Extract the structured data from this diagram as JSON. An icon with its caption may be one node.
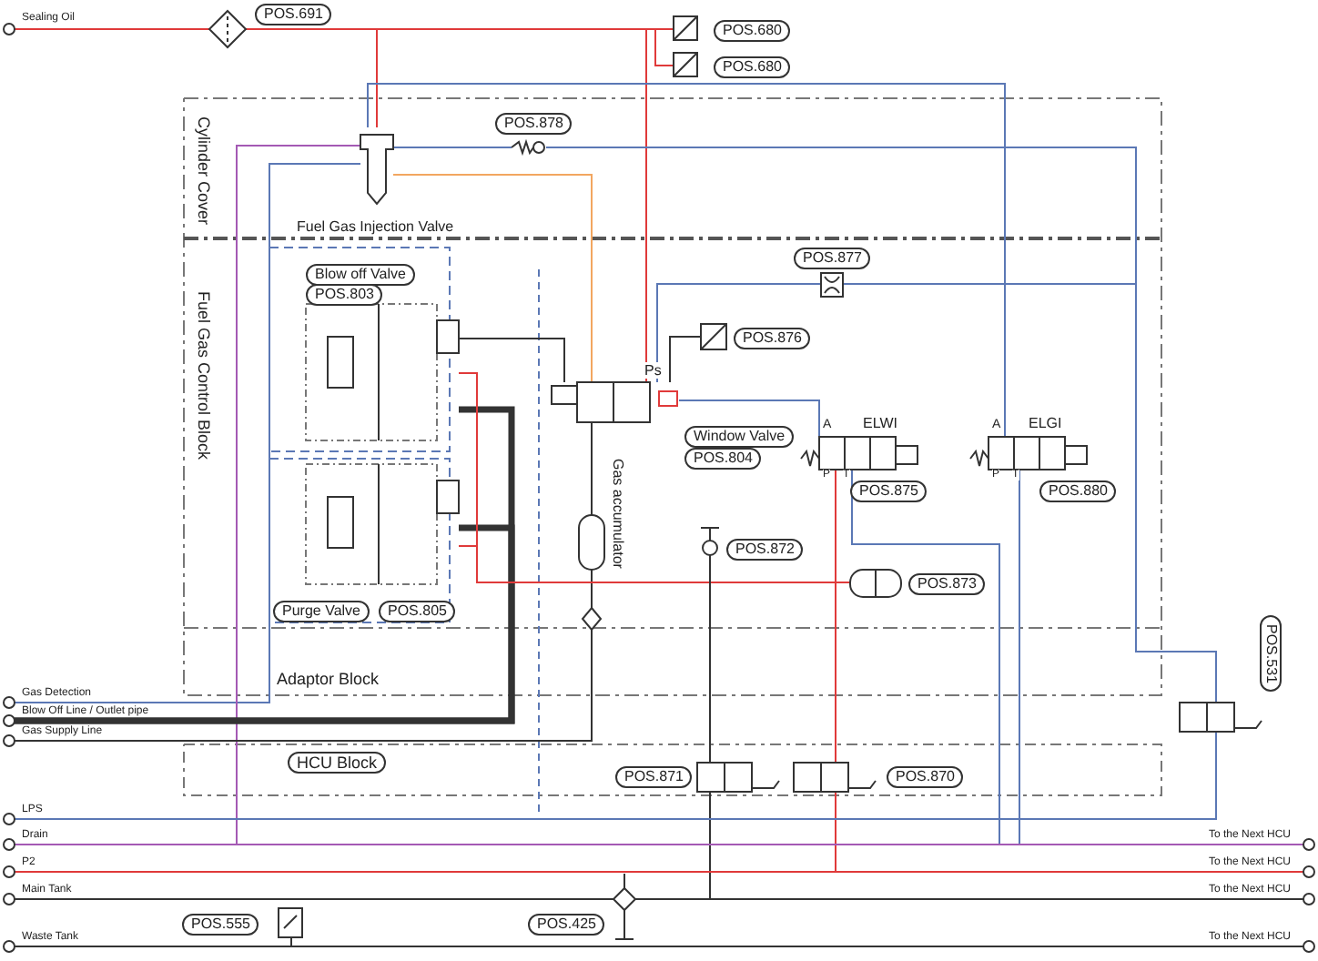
{
  "diagram": {
    "nodes": [
      {
        "text": [],
        "shape": "diamond",
        "beside": [
          "POS.691"
        ]
      },
      {
        "text": [],
        "shape": "box",
        "beside": [
          "POS.680"
        ]
      },
      {
        "text": [],
        "shape": "box",
        "beside": [
          "POS.680"
        ]
      },
      {
        "text": [],
        "shape": "valve",
        "beside": [
          "Fuel Gas Injection Valve"
        ]
      },
      {
        "text": [],
        "shape": "valve",
        "beside": [
          "POS.878"
        ]
      },
      {
        "text": [],
        "shape": "valve",
        "beside": [
          "Blow off Valve",
          "POS.803"
        ]
      },
      {
        "text": [],
        "shape": "valve",
        "beside": [
          "Purge Valve",
          "POS.805"
        ]
      },
      {
        "text": [],
        "shape": "box",
        "beside": [
          "POS.877"
        ]
      },
      {
        "text": [],
        "shape": "box",
        "beside": [
          "POS.876"
        ]
      },
      {
        "text": [],
        "shape": "valve",
        "beside": [
          "Ps",
          "Window Valve",
          "POS.804"
        ]
      },
      {
        "text": [],
        "shape": "valve",
        "beside": [
          "ELWI",
          "POS.875"
        ]
      },
      {
        "text": [],
        "shape": "valve",
        "beside": [
          "ELGI",
          "POS.880"
        ]
      },
      {
        "text": [],
        "shape": "capsule",
        "beside": [
          "Gas accumulator"
        ]
      },
      {
        "text": [],
        "shape": "diamond"
      },
      {
        "text": [],
        "shape": "circle",
        "beside": [
          "POS.872"
        ]
      },
      {
        "text": [],
        "shape": "capsule",
        "beside": [
          "POS.873"
        ]
      },
      {
        "text": [],
        "shape": "valve",
        "beside": [
          "POS.871"
        ]
      },
      {
        "text": [],
        "shape": "valve",
        "beside": [
          "POS.870"
        ]
      },
      {
        "text": [],
        "shape": "valve",
        "beside": [
          "POS.531"
        ]
      },
      {
        "text": [],
        "shape": "box",
        "beside": [
          "POS.555"
        ]
      },
      {
        "text": [],
        "shape": "diamond",
        "beside": [
          "POS.425"
        ]
      },
      {
        "text": [],
        "shape": "circle",
        "beside": [
          "Sealing Oil"
        ]
      },
      {
        "text": [],
        "shape": "circle",
        "beside": [
          "Gas Detection"
        ]
      },
      {
        "text": [],
        "shape": "circle",
        "beside": [
          "Blow Off Line / Outlet pipe"
        ]
      },
      {
        "text": [],
        "shape": "circle",
        "beside": [
          "Gas Supply Line"
        ]
      },
      {
        "text": [],
        "shape": "circle",
        "beside": [
          "LPS"
        ]
      },
      {
        "text": [],
        "shape": "circle",
        "beside": [
          "Drain"
        ]
      },
      {
        "text": [],
        "shape": "circle",
        "beside": [
          "P2"
        ]
      },
      {
        "text": [],
        "shape": "circle",
        "beside": [
          "Main Tank"
        ]
      },
      {
        "text": [],
        "shape": "circle",
        "beside": [
          "Waste Tank"
        ]
      },
      {
        "text": [],
        "shape": "circle",
        "beside": [
          "To the Next HCU"
        ]
      },
      {
        "text": [],
        "shape": "circle",
        "beside": [
          "To the Next HCU"
        ]
      },
      {
        "text": [],
        "shape": "circle",
        "beside": [
          "To the Next HCU"
        ]
      },
      {
        "text": [],
        "shape": "circle",
        "beside": [
          "To the Next HCU"
        ]
      }
    ],
    "edges": [
      {
        "from": 21,
        "to": 0,
        "arrow": "none",
        "color": "#e03a3a"
      },
      {
        "from": 0,
        "to": 1,
        "arrow": "none",
        "color": "#e03a3a"
      },
      {
        "from": 0,
        "to": 2,
        "arrow": "none",
        "color": "#e03a3a"
      },
      {
        "from": 0,
        "to": 3,
        "arrow": "none",
        "color": "#e03a3a"
      },
      {
        "from": 0,
        "to": 9,
        "arrow": "none",
        "color": "#e03a3a"
      },
      {
        "from": 3,
        "to": 9,
        "arrow": "none",
        "color": "#f2a660"
      },
      {
        "from": 3,
        "to": 4,
        "arrow": "none",
        "color": "#5b78b5"
      },
      {
        "from": 4,
        "to": 18,
        "arrow": "none",
        "color": "#5b78b5"
      },
      {
        "from": 3,
        "to": 11,
        "arrow": "none",
        "color": "#5b78b5"
      },
      {
        "from": 3,
        "to": 22,
        "arrow": "none",
        "color": "#5b78b5"
      },
      {
        "from": 3,
        "to": 26,
        "arrow": "none",
        "color": "#a45ab4"
      },
      {
        "from": 5,
        "to": 9,
        "arrow": "none"
      },
      {
        "from": 5,
        "to": 23,
        "arrow": "none",
        "style": "thick"
      },
      {
        "from": 6,
        "to": 23,
        "arrow": "none",
        "style": "thick"
      },
      {
        "from": 9,
        "to": 12,
        "arrow": "none"
      },
      {
        "from": 12,
        "to": 13,
        "arrow": "none"
      },
      {
        "from": 13,
        "to": 24,
        "arrow": "none"
      },
      {
        "from": 9,
        "to": 7,
        "arrow": "none",
        "color": "#5b78b5"
      },
      {
        "from": 7,
        "to": 18,
        "arrow": "none",
        "color": "#5b78b5"
      },
      {
        "from": 9,
        "to": 8,
        "arrow": "none"
      },
      {
        "from": 9,
        "to": 10,
        "arrow": "none",
        "color": "#5b78b5"
      },
      {
        "from": 10,
        "to": 30,
        "arrow": "none",
        "color": "#5b78b5"
      },
      {
        "from": 11,
        "to": 30,
        "arrow": "none",
        "color": "#5b78b5"
      },
      {
        "from": 10,
        "to": 17,
        "arrow": "none",
        "color": "#e03a3a"
      },
      {
        "from": 17,
        "to": 31,
        "arrow": "none",
        "color": "#e03a3a"
      },
      {
        "from": 5,
        "to": 15,
        "arrow": "none",
        "color": "#e03a3a"
      },
      {
        "from": 6,
        "to": 15,
        "arrow": "none",
        "color": "#e03a3a"
      },
      {
        "from": 14,
        "to": 16,
        "arrow": "none"
      },
      {
        "from": 16,
        "to": 32,
        "arrow": "none"
      },
      {
        "from": 18,
        "to": 25,
        "arrow": "none",
        "color": "#5b78b5"
      },
      {
        "from": 19,
        "to": 29,
        "arrow": "none"
      },
      {
        "from": 20,
        "to": 28,
        "arrow": "none"
      },
      {
        "from": 26,
        "to": 30,
        "arrow": "none",
        "color": "#a45ab4"
      },
      {
        "from": 27,
        "to": 31,
        "arrow": "none",
        "color": "#e03a3a"
      },
      {
        "from": 20,
        "to": 32,
        "arrow": "none"
      },
      {
        "from": 29,
        "to": 33,
        "arrow": "none"
      }
    ],
    "labels": [
      "Cylinder Cover",
      "Fuel Gas Control Block",
      "A",
      "P",
      "T",
      "A",
      "P",
      "T",
      "Adaptor Block",
      "HCU Block"
    ]
  }
}
